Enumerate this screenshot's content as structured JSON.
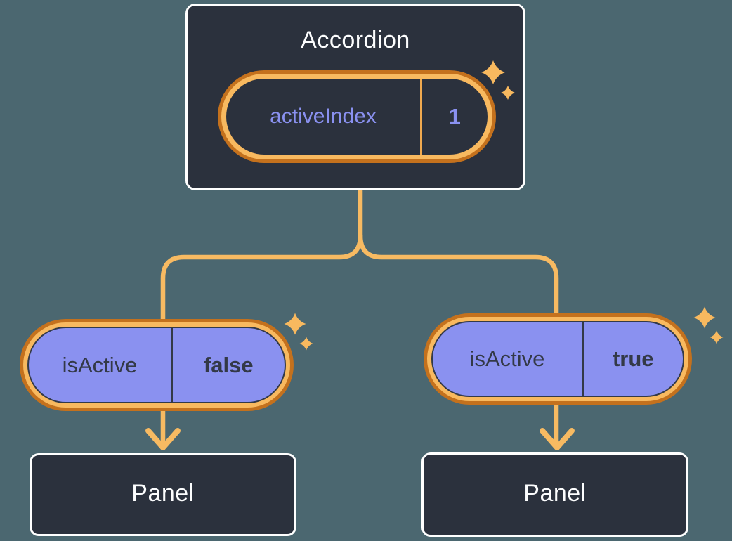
{
  "page": {
    "background": "#4b6770"
  },
  "colors": {
    "surface_dark": "#2b313d",
    "surface_border": "#ffffff",
    "purple": "#8a91f0",
    "text_light": "#fcfdfe",
    "text_dark": "#333947",
    "orange_light": "#f8b95f",
    "orange_dark": "#c4711d",
    "connector_line": "#f7ba62"
  },
  "icons": {
    "sparkle": "sparkle-icon",
    "arrow_down": "arrow-down-icon"
  },
  "root_card": {
    "title": "Accordion",
    "state_pill": {
      "label": "activeIndex",
      "value": "1"
    }
  },
  "children": {
    "left": {
      "prop_pill": {
        "label": "isActive",
        "value": "false"
      },
      "panel_label": "Panel"
    },
    "right": {
      "prop_pill": {
        "label": "isActive",
        "value": "true"
      },
      "panel_label": "Panel"
    }
  }
}
